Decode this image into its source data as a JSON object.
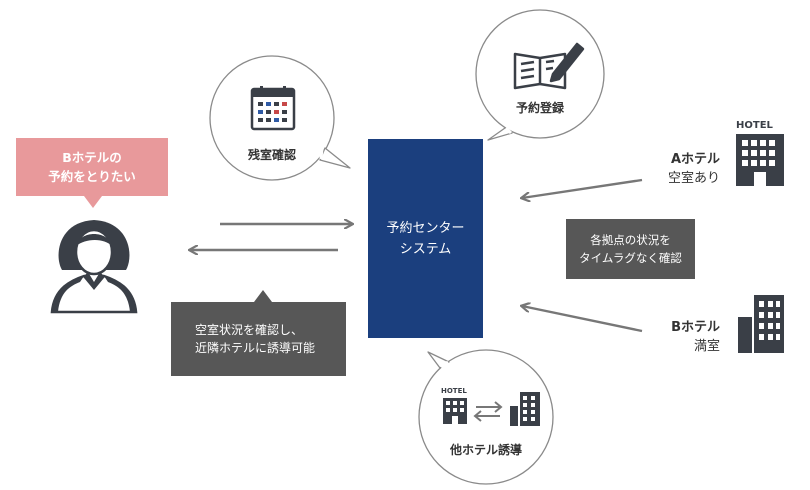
{
  "user_callout": {
    "line1": "Bホテルの",
    "line2": "予約をとりたい"
  },
  "system": {
    "line1": "予約センター",
    "line2": "システム"
  },
  "bubbles": {
    "check": {
      "label": "残室確認"
    },
    "register": {
      "label": "予約登録"
    },
    "redirect": {
      "label": "他ホテル誘導",
      "hotel_sign": "HOTEL"
    }
  },
  "note_left": {
    "line1": "空室状況を確認し、",
    "line2": "近隣ホテルに誘導可能"
  },
  "note_right": {
    "line1": "各拠点の状況を",
    "line2": "タイムラグなく確認"
  },
  "hotel_a": {
    "name": "Aホテル",
    "status": "空室あり",
    "sign": "HOTEL"
  },
  "hotel_b": {
    "name": "Bホテル",
    "status": "満室"
  },
  "colors": {
    "navy": "#1b3f7e",
    "pink": "#e8999b",
    "dark_grey": "#575757",
    "icon": "#3a3f47",
    "arrow": "#777777"
  },
  "icons": [
    "calendar-icon",
    "book-pen-icon",
    "user-avatar-icon",
    "hotel-building-icon",
    "office-building-icon",
    "exchange-arrows-icon"
  ]
}
